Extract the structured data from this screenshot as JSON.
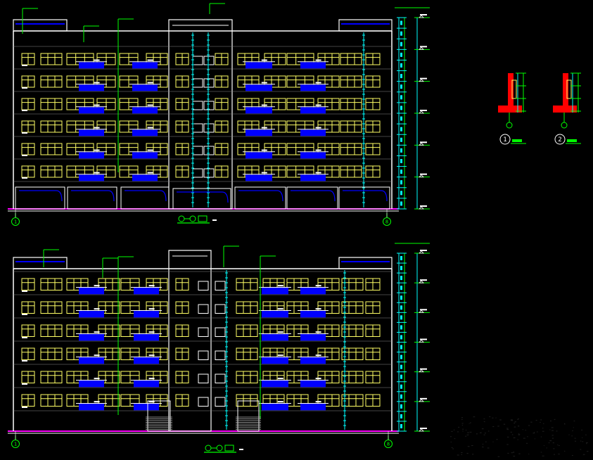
{
  "drawing": {
    "background": "#000000",
    "colors": {
      "outline": "#ffffff",
      "window": "#ffff66",
      "balcony": "#0000ff",
      "dimension": "#00ffff",
      "leader": "#00ff00",
      "section_fill": "#ff0000",
      "grade_line": "#ff00ff"
    },
    "views": [
      {
        "id": "north",
        "floors": 6,
        "axis_left": "1",
        "axis_right": "8"
      },
      {
        "id": "south",
        "floors": 6,
        "axis_left": "1",
        "axis_right": "8"
      }
    ],
    "details": [
      {
        "id": "detail-1",
        "number": "1"
      },
      {
        "id": "detail-2",
        "number": "2"
      }
    ]
  }
}
